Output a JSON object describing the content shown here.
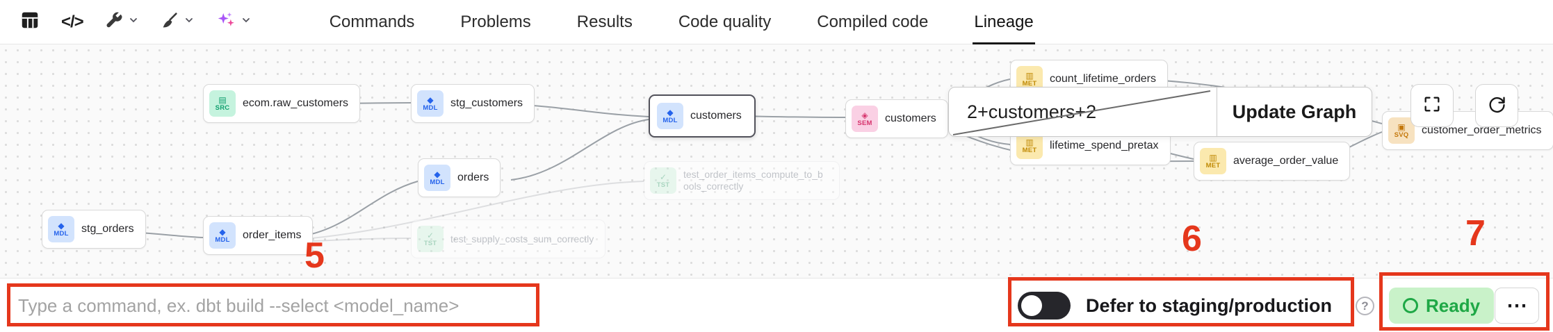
{
  "toolbar": {
    "code_glyph": "</>",
    "tabs": [
      "Commands",
      "Problems",
      "Results",
      "Code quality",
      "Compiled code",
      "Lineage"
    ],
    "active_tab": "Lineage",
    "icon_names": [
      "table-icon",
      "code-icon",
      "wrench-icon",
      "format-broom-icon",
      "sparkle-wand-icon"
    ]
  },
  "lineage": {
    "selector": {
      "value": "2+customers+2",
      "update_button_label": "Update Graph"
    },
    "nodes": [
      {
        "type": "SRC",
        "label": "ecom.raw_customers"
      },
      {
        "type": "MDL",
        "label": "stg_customers"
      },
      {
        "type": "MDL",
        "label": "orders"
      },
      {
        "type": "MDL",
        "label": "customers",
        "highlighted": true
      },
      {
        "type": "SEM",
        "label": "customers"
      },
      {
        "type": "MET",
        "label": "count_lifetime_orders"
      },
      {
        "type": "MET",
        "label": "lifetime_spend_pretax"
      },
      {
        "type": "MET",
        "label": "average_order_value"
      },
      {
        "type": "SVQ",
        "label": "customer_order_metrics"
      },
      {
        "type": "MDL",
        "label": "stg_orders"
      },
      {
        "type": "MDL",
        "label": "order_items"
      },
      {
        "type": "TST",
        "label": "test_order_items_compute_to_bools_correctly",
        "faded": true
      },
      {
        "type": "TST",
        "label": "test_supply_costs_sum_correctly",
        "faded": true
      }
    ]
  },
  "glyphs": {
    "src": "▤",
    "mdl": "◆",
    "sem": "◈",
    "met": "▥",
    "svq": "▣",
    "tst": "✓"
  },
  "bottom_bar": {
    "command_placeholder": "Type a command, ex. dbt build --select <model_name>",
    "defer_toggle_label": "Defer to staging/production",
    "defer_toggle_state": "off",
    "help_label": "?",
    "ready_button_label": "Ready",
    "more_button_label": "⋯"
  },
  "annotations": {
    "step5": "5",
    "step6": "6",
    "step7": "7",
    "color": "#e5371c"
  },
  "colors": {
    "badge_src": "#c5f3de",
    "badge_mdl": "#d2e3fd",
    "badge_sem": "#fad0e4",
    "badge_met": "#fbe9ae",
    "badge_svq": "#f7e2c0",
    "badge_tst": "#cdf2dc",
    "ready_bg": "#c9f2c9",
    "ready_fg": "#1fa846",
    "annotation_red": "#e5371c"
  }
}
